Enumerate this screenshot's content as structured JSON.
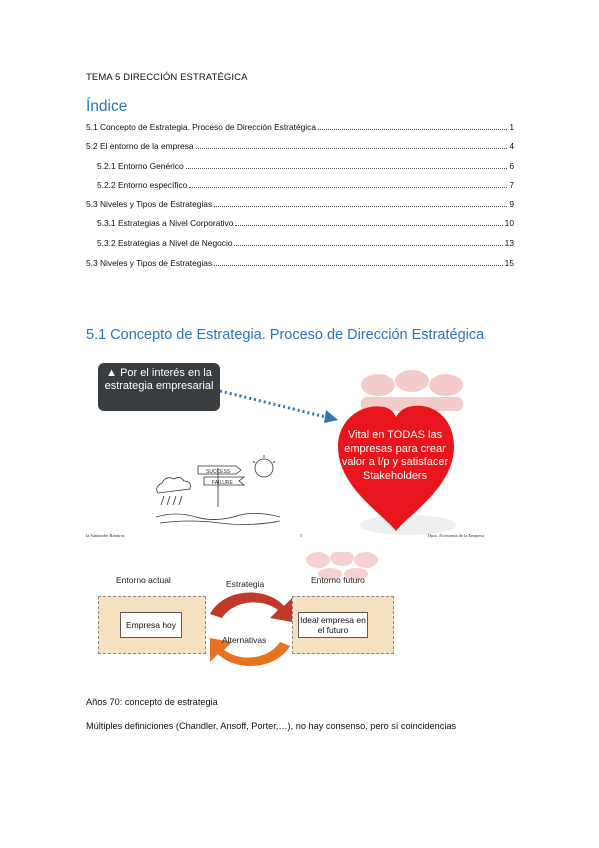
{
  "header": "TEMA 5 DIRECCIÓN ESTRATÉGICA",
  "toc": {
    "title": "Índice",
    "entries": [
      {
        "label": "5.1 Concepto de Estrategia. Proceso de Dirección Estratégica",
        "page": "1"
      },
      {
        "label": "5.2 El entorno de la empresa",
        "page": "4"
      },
      {
        "label": "5.2.1 Entorno Genérico",
        "page": "6"
      },
      {
        "label": "5.2.2 Entorno específico",
        "page": "7"
      },
      {
        "label": "5.3 Niveles y Tipos de Estrategias",
        "page": "9"
      },
      {
        "label": "5.3.1 Estrategias a Nivel Corporativo",
        "page": "10"
      },
      {
        "label": "5.3.2 Estrategias a Nivel de Negocio",
        "page": "13"
      },
      {
        "label": "5.3 Niveles y Tipos de Estrategias",
        "page": "15"
      }
    ]
  },
  "section": {
    "title": "5.1 Concepto de Estrategia. Proceso de Dirección Estratégica"
  },
  "slide1": {
    "callout": "▲ Por el interés en la estrategia empresarial",
    "heart_text": "Vital en TODAS las empresas para crear valor a l/p y satisfacer Stakeholders",
    "sign_top": "SUCCESS",
    "sign_bottom": "FAILURE",
    "footer_left": "la Santander Ramírez",
    "footer_mid": "5",
    "footer_right": "Dpto. Economía de la Empresa",
    "colors": {
      "heart": "#e8161c",
      "callout": "#3a3d40",
      "dots": "#2e75b6"
    }
  },
  "slide2": {
    "current_label": "Entorno actual",
    "future_label": "Entorno futuro",
    "strategy_label": "Estrategia",
    "alternatives_label": "Alternativas",
    "current_box": "Empresa hoy",
    "future_box": "Ideal empresa en el futuro",
    "colors": {
      "top_arrow": "#c0392b",
      "bottom_arrow": "#e8731e",
      "box_fill": "#f6e0bf"
    }
  },
  "body": {
    "p1": "Años 70: concepto de estrategia",
    "p2": "Múltiples definiciones (Chandler, Ansoff, Porter,…), no hay consenso, pero sí coincidencias"
  }
}
